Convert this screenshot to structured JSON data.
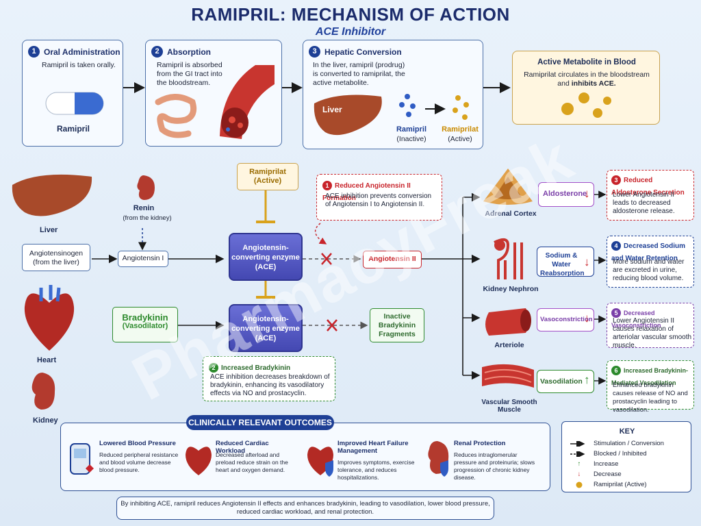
{
  "header": {
    "title": "RAMIPRIL: MECHANISM OF ACTION",
    "subtitle": "ACE Inhibitor"
  },
  "steps": [
    {
      "num": "1",
      "title": "Oral Administration",
      "text": "Ramipril is taken orally.",
      "label": "Ramipril"
    },
    {
      "num": "2",
      "title": "Absorption",
      "text": "Ramipril is absorbed from the GI tract into the bloodstream."
    },
    {
      "num": "3",
      "title": "Hepatic Conversion",
      "text": "In the liver, ramipril (prodrug) is converted to ramiprilat, the active metabolite.",
      "liver_label": "Liver",
      "from_label": "Ramipril",
      "from_sub": "(Inactive)",
      "to_label": "Ramiprilat",
      "to_sub": "(Active)"
    }
  ],
  "active_metabolite": {
    "title": "Active Metabolite in Blood",
    "text": "Ramiprilat circulates in the bloodstream and",
    "text_bold": "inhibits ACE."
  },
  "pathway": {
    "liver_label": "Liver",
    "renin_label": "Renin",
    "renin_sub": "(from the kidney)",
    "angiotensinogen": "Angiotensinogen (from the liver)",
    "angiotensin1": "Angiotensin I",
    "ramiprilat_box": "Ramiprilat (Active)",
    "ace_label": "Angiotensin-converting enzyme (ACE)",
    "angiotensin2": "Angiotensin II",
    "bradykinin": "Bradykinin",
    "bradykinin_sub": "(Vasodilator)",
    "inactive": "Inactive Bradykinin Fragments",
    "heart_label": "Heart",
    "kidney_label": "Kidney"
  },
  "reasons": {
    "r1": {
      "num": "1",
      "title": "Reduced Angiotensin II Formation",
      "text": "ACE inhibition prevents conversion of Angiotensin I to Angiotensin II."
    },
    "r2": {
      "num": "2",
      "title": "Increased Bradykinin",
      "text": "ACE inhibition decreases breakdown of bradykinin, enhancing its vasodilatory effects via NO and prostacyclin."
    }
  },
  "targets": [
    {
      "organ": "Adrenal Cortex",
      "effect": "Aldosterone",
      "arrow": "↓",
      "num": "3",
      "title": "Reduced Aldosterone Secretion",
      "text": "Lower Angiotensin II leads to decreased aldosterone release."
    },
    {
      "organ": "Kidney Nephron",
      "effect": "Sodium & Water Reabsorption",
      "arrow": "↓",
      "num": "4",
      "title": "Decreased Sodium and Water Retention",
      "text": "More sodium and water are excreted in urine, reducing blood volume."
    },
    {
      "organ": "Arteriole",
      "effect": "Vasoconstriction",
      "arrow": "↓",
      "num": "5",
      "title": "Decreased Vasoconstriction",
      "text": "Lower Angiotensin II causes relaxation of arteriolar vascular smooth muscle."
    },
    {
      "organ": "Vascular Smooth Muscle",
      "effect": "Vasodilation",
      "arrow": "↑",
      "num": "6",
      "title": "Increased Bradykinin-Mediated Vasodilation",
      "text": "Enhanced bradykinin causes release of NO and prostacyclin leading to vasodilation."
    }
  ],
  "outcomes": {
    "banner": "CLINICALLY RELEVANT OUTCOMES",
    "items": [
      {
        "title": "Lowered Blood Pressure",
        "text": "Reduced peripheral resistance and blood volume decrease blood pressure."
      },
      {
        "title": "Reduced Cardiac Workload",
        "text": "Decreased afterload and preload reduce strain on the heart and oxygen demand."
      },
      {
        "title": "Improved Heart Failure Management",
        "text": "Improves symptoms, exercise tolerance, and reduces hospitalizations."
      },
      {
        "title": "Renal Protection",
        "text": "Reduces intraglomerular pressure and proteinuria; slows progression of chronic kidney disease."
      }
    ]
  },
  "key": {
    "title": "KEY",
    "items": [
      "Stimulation / Conversion",
      "Blocked / Inhibited",
      "Increase",
      "Decrease",
      "Ramiprilat (Active)"
    ]
  },
  "footer": "By inhibiting ACE, ramipril reduces Angiotensin II effects and enhances bradykinin, leading to vasodilation, lower blood pressure, reduced cardiac workload, and renal protection.",
  "watermark": "PharmacyFreak",
  "colors": {
    "navy": "#1d3f95",
    "red": "#c8242b",
    "green": "#2d8a2d",
    "purple": "#7a3fa8",
    "gold": "#d9a21c",
    "ace": "#4448b2"
  }
}
